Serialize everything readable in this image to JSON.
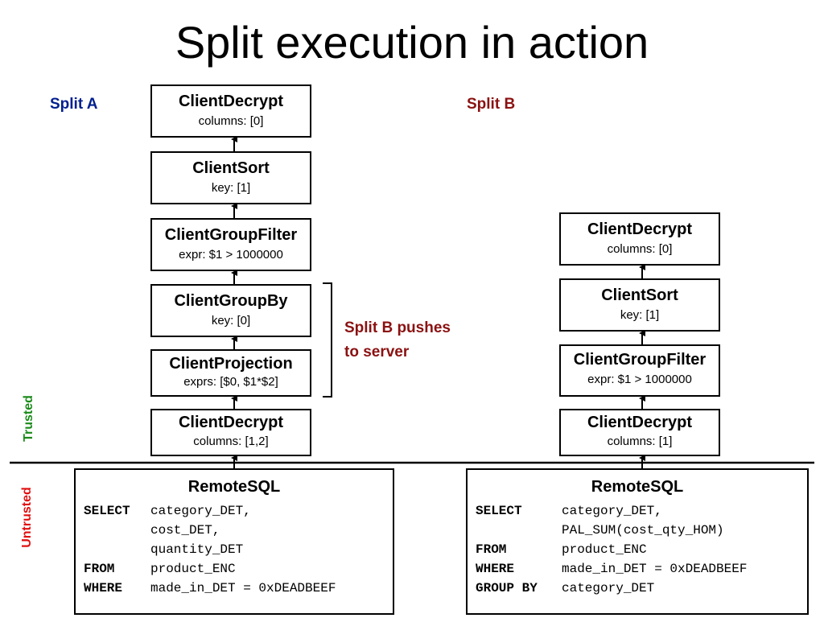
{
  "title": "Split execution in action",
  "colors": {
    "split_a": "#001f8f",
    "split_b": "#8b1111",
    "trusted": "#1a8a1a",
    "untrusted": "#e01010"
  },
  "split_a": {
    "label": "Split A",
    "nodes": [
      {
        "name": "ClientDecrypt",
        "param": "columns: [0]"
      },
      {
        "name": "ClientSort",
        "param": "key: [1]"
      },
      {
        "name": "ClientGroupFilter",
        "param": "expr: $1 > 1000000"
      },
      {
        "name": "ClientGroupBy",
        "param": "key: [0]"
      },
      {
        "name": "ClientProjection",
        "param": "exprs: [$0, $1*$2]"
      },
      {
        "name": "ClientDecrypt",
        "param": "columns: [1,2]"
      }
    ],
    "remote": {
      "title": "RemoteSQL",
      "rows": [
        {
          "kw": "SELECT",
          "text": "category_DET,"
        },
        {
          "kw": "",
          "text": "cost_DET,"
        },
        {
          "kw": "",
          "text": "quantity_DET"
        },
        {
          "kw": "FROM",
          "text": "product_ENC"
        },
        {
          "kw": "WHERE",
          "text": "made_in_DET = 0xDEADBEEF"
        }
      ]
    }
  },
  "split_b": {
    "label": "Split B",
    "nodes": [
      {
        "name": "ClientDecrypt",
        "param": "columns: [0]"
      },
      {
        "name": "ClientSort",
        "param": "key: [1]"
      },
      {
        "name": "ClientGroupFilter",
        "param": "expr: $1 > 1000000"
      },
      {
        "name": "ClientDecrypt",
        "param": "columns: [1]"
      }
    ],
    "remote": {
      "title": "RemoteSQL",
      "rows": [
        {
          "kw": "SELECT",
          "text": "category_DET,"
        },
        {
          "kw": "",
          "text": "PAL_SUM(cost_qty_HOM)"
        },
        {
          "kw": "FROM",
          "text": "product_ENC"
        },
        {
          "kw": "WHERE",
          "text": "made_in_DET = 0xDEADBEEF"
        },
        {
          "kw": "GROUP BY",
          "text": "category_DET"
        }
      ]
    }
  },
  "note": {
    "split_ref": "Split B",
    "line1_rest": " pushes",
    "line2": "to server"
  },
  "zones": {
    "trusted": "Trusted",
    "untrusted": "Untrusted"
  }
}
